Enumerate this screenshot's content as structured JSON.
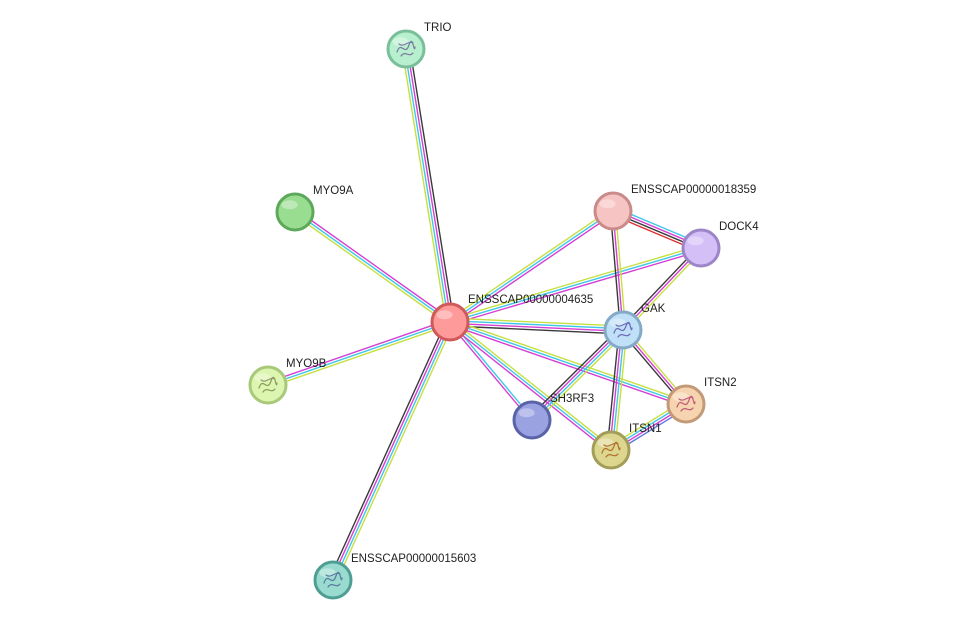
{
  "network": {
    "nodes": [
      {
        "id": "center",
        "label": "ENSSCAP00000004635",
        "fill": "#ff9a9a",
        "stroke": "#d05a5a",
        "structure": false
      },
      {
        "id": "trio",
        "label": "TRIO",
        "fill": "#b8f0cf",
        "stroke": "#79c09a",
        "structure": true,
        "glyph": "#7a7aa0"
      },
      {
        "id": "myo9a",
        "label": "MYO9A",
        "fill": "#99dd91",
        "stroke": "#5ea85a",
        "structure": false
      },
      {
        "id": "myo9b",
        "label": "MYO9B",
        "fill": "#dcf5b0",
        "stroke": "#a8c87a",
        "structure": true,
        "glyph": "#8a9a60"
      },
      {
        "id": "ens15603",
        "label": "ENSSCAP00000015603",
        "fill": "#99dccf",
        "stroke": "#4f9e94",
        "structure": true,
        "glyph": "#5a7aa0"
      },
      {
        "id": "ens18359",
        "label": "ENSSCAP00000018359",
        "fill": "#f7c4c4",
        "stroke": "#c98a8a",
        "structure": false
      },
      {
        "id": "dock4",
        "label": "DOCK4",
        "fill": "#d4bff7",
        "stroke": "#9d85c8",
        "structure": false
      },
      {
        "id": "gak",
        "label": "GAK",
        "fill": "#bfe0f7",
        "stroke": "#85aac8",
        "structure": true,
        "glyph": "#6a6ab8"
      },
      {
        "id": "sh3rf3",
        "label": "SH3RF3",
        "fill": "#9aa2e2",
        "stroke": "#5a62a8",
        "structure": false
      },
      {
        "id": "itsn1",
        "label": "ITSN1",
        "fill": "#ddd68f",
        "stroke": "#a29e5a",
        "structure": true,
        "glyph": "#b0702a"
      },
      {
        "id": "itsn2",
        "label": "ITSN2",
        "fill": "#f7d4b0",
        "stroke": "#c39a78",
        "structure": true,
        "glyph": "#c05a7a"
      }
    ],
    "edge_colors": {
      "yellowgreen": "#c6e040",
      "cyan": "#3fc7e8",
      "magenta": "#d63fd6",
      "dark": "#3a3a3a",
      "red": "#e03030",
      "blue": "#5a7ae0"
    },
    "edges": [
      {
        "from": "center",
        "to": "trio",
        "colors": [
          "yellowgreen",
          "cyan",
          "magenta",
          "dark"
        ]
      },
      {
        "from": "center",
        "to": "myo9a",
        "colors": [
          "yellowgreen",
          "cyan",
          "magenta"
        ]
      },
      {
        "from": "center",
        "to": "myo9b",
        "colors": [
          "yellowgreen",
          "cyan",
          "magenta"
        ]
      },
      {
        "from": "center",
        "to": "ens15603",
        "colors": [
          "yellowgreen",
          "cyan",
          "magenta",
          "dark"
        ]
      },
      {
        "from": "center",
        "to": "ens18359",
        "colors": [
          "yellowgreen",
          "cyan",
          "magenta"
        ]
      },
      {
        "from": "center",
        "to": "dock4",
        "colors": [
          "yellowgreen",
          "cyan",
          "magenta"
        ]
      },
      {
        "from": "center",
        "to": "gak",
        "colors": [
          "yellowgreen",
          "cyan",
          "magenta",
          "dark"
        ]
      },
      {
        "from": "center",
        "to": "sh3rf3",
        "colors": [
          "cyan",
          "magenta"
        ]
      },
      {
        "from": "center",
        "to": "itsn1",
        "colors": [
          "yellowgreen",
          "cyan",
          "magenta"
        ]
      },
      {
        "from": "center",
        "to": "itsn2",
        "colors": [
          "yellowgreen",
          "cyan",
          "magenta"
        ]
      },
      {
        "from": "ens18359",
        "to": "dock4",
        "colors": [
          "cyan",
          "magenta",
          "dark",
          "red"
        ]
      },
      {
        "from": "ens18359",
        "to": "gak",
        "colors": [
          "yellowgreen",
          "magenta",
          "dark"
        ]
      },
      {
        "from": "dock4",
        "to": "gak",
        "colors": [
          "yellowgreen",
          "magenta",
          "dark"
        ]
      },
      {
        "from": "gak",
        "to": "sh3rf3",
        "colors": [
          "yellowgreen",
          "cyan",
          "magenta",
          "dark"
        ]
      },
      {
        "from": "gak",
        "to": "itsn1",
        "colors": [
          "yellowgreen",
          "cyan",
          "magenta",
          "dark"
        ]
      },
      {
        "from": "gak",
        "to": "itsn2",
        "colors": [
          "yellowgreen",
          "magenta",
          "dark"
        ]
      },
      {
        "from": "itsn1",
        "to": "itsn2",
        "colors": [
          "yellowgreen",
          "cyan",
          "magenta",
          "blue"
        ]
      }
    ]
  }
}
